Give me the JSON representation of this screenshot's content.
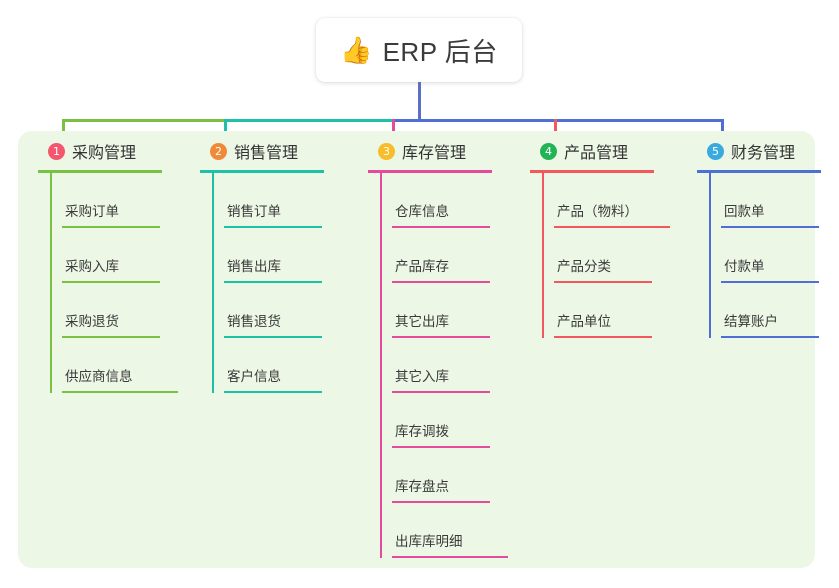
{
  "root": {
    "icon": "thumbs-up-icon",
    "icon_glyph": "👍",
    "title": "ERP 后台"
  },
  "theme": {
    "page_background": "#ffffff",
    "panel_background": "#edf7e6",
    "text_color": "#333333",
    "stem_color": "#5b6fc4"
  },
  "columns": [
    {
      "number": "1",
      "title": "采购管理",
      "badge_color": "#f4566d",
      "line_color": "#7ac143",
      "connector_color": "#7ac143",
      "items": [
        {
          "label": "采购订单"
        },
        {
          "label": "采购入库"
        },
        {
          "label": "采购退货"
        },
        {
          "label": "供应商信息"
        }
      ]
    },
    {
      "number": "2",
      "title": "销售管理",
      "badge_color": "#f08a38",
      "line_color": "#1fc0a8",
      "connector_color": "#1fc0a8",
      "items": [
        {
          "label": "销售订单"
        },
        {
          "label": "销售出库"
        },
        {
          "label": "销售退货"
        },
        {
          "label": "客户信息"
        }
      ]
    },
    {
      "number": "3",
      "title": "库存管理",
      "badge_color": "#f7bd2a",
      "line_color": "#e44b9c",
      "connector_color": "#e44b9c",
      "items": [
        {
          "label": "仓库信息"
        },
        {
          "label": "产品库存"
        },
        {
          "label": "其它出库"
        },
        {
          "label": "其它入库"
        },
        {
          "label": "库存调拨"
        },
        {
          "label": "库存盘点"
        },
        {
          "label": "出库库明细"
        }
      ]
    },
    {
      "number": "4",
      "title": "产品管理",
      "badge_color": "#23b355",
      "line_color": "#f4585c",
      "connector_color": "#f4585c",
      "items": [
        {
          "label": "产品（物料）"
        },
        {
          "label": "产品分类"
        },
        {
          "label": "产品单位"
        }
      ]
    },
    {
      "number": "5",
      "title": "财务管理",
      "badge_color": "#3aa9e0",
      "line_color": "#4f6fd4",
      "connector_color": "#4f6fd4",
      "items": [
        {
          "label": "回款单"
        },
        {
          "label": "付款单"
        },
        {
          "label": "结算账户"
        }
      ]
    }
  ]
}
